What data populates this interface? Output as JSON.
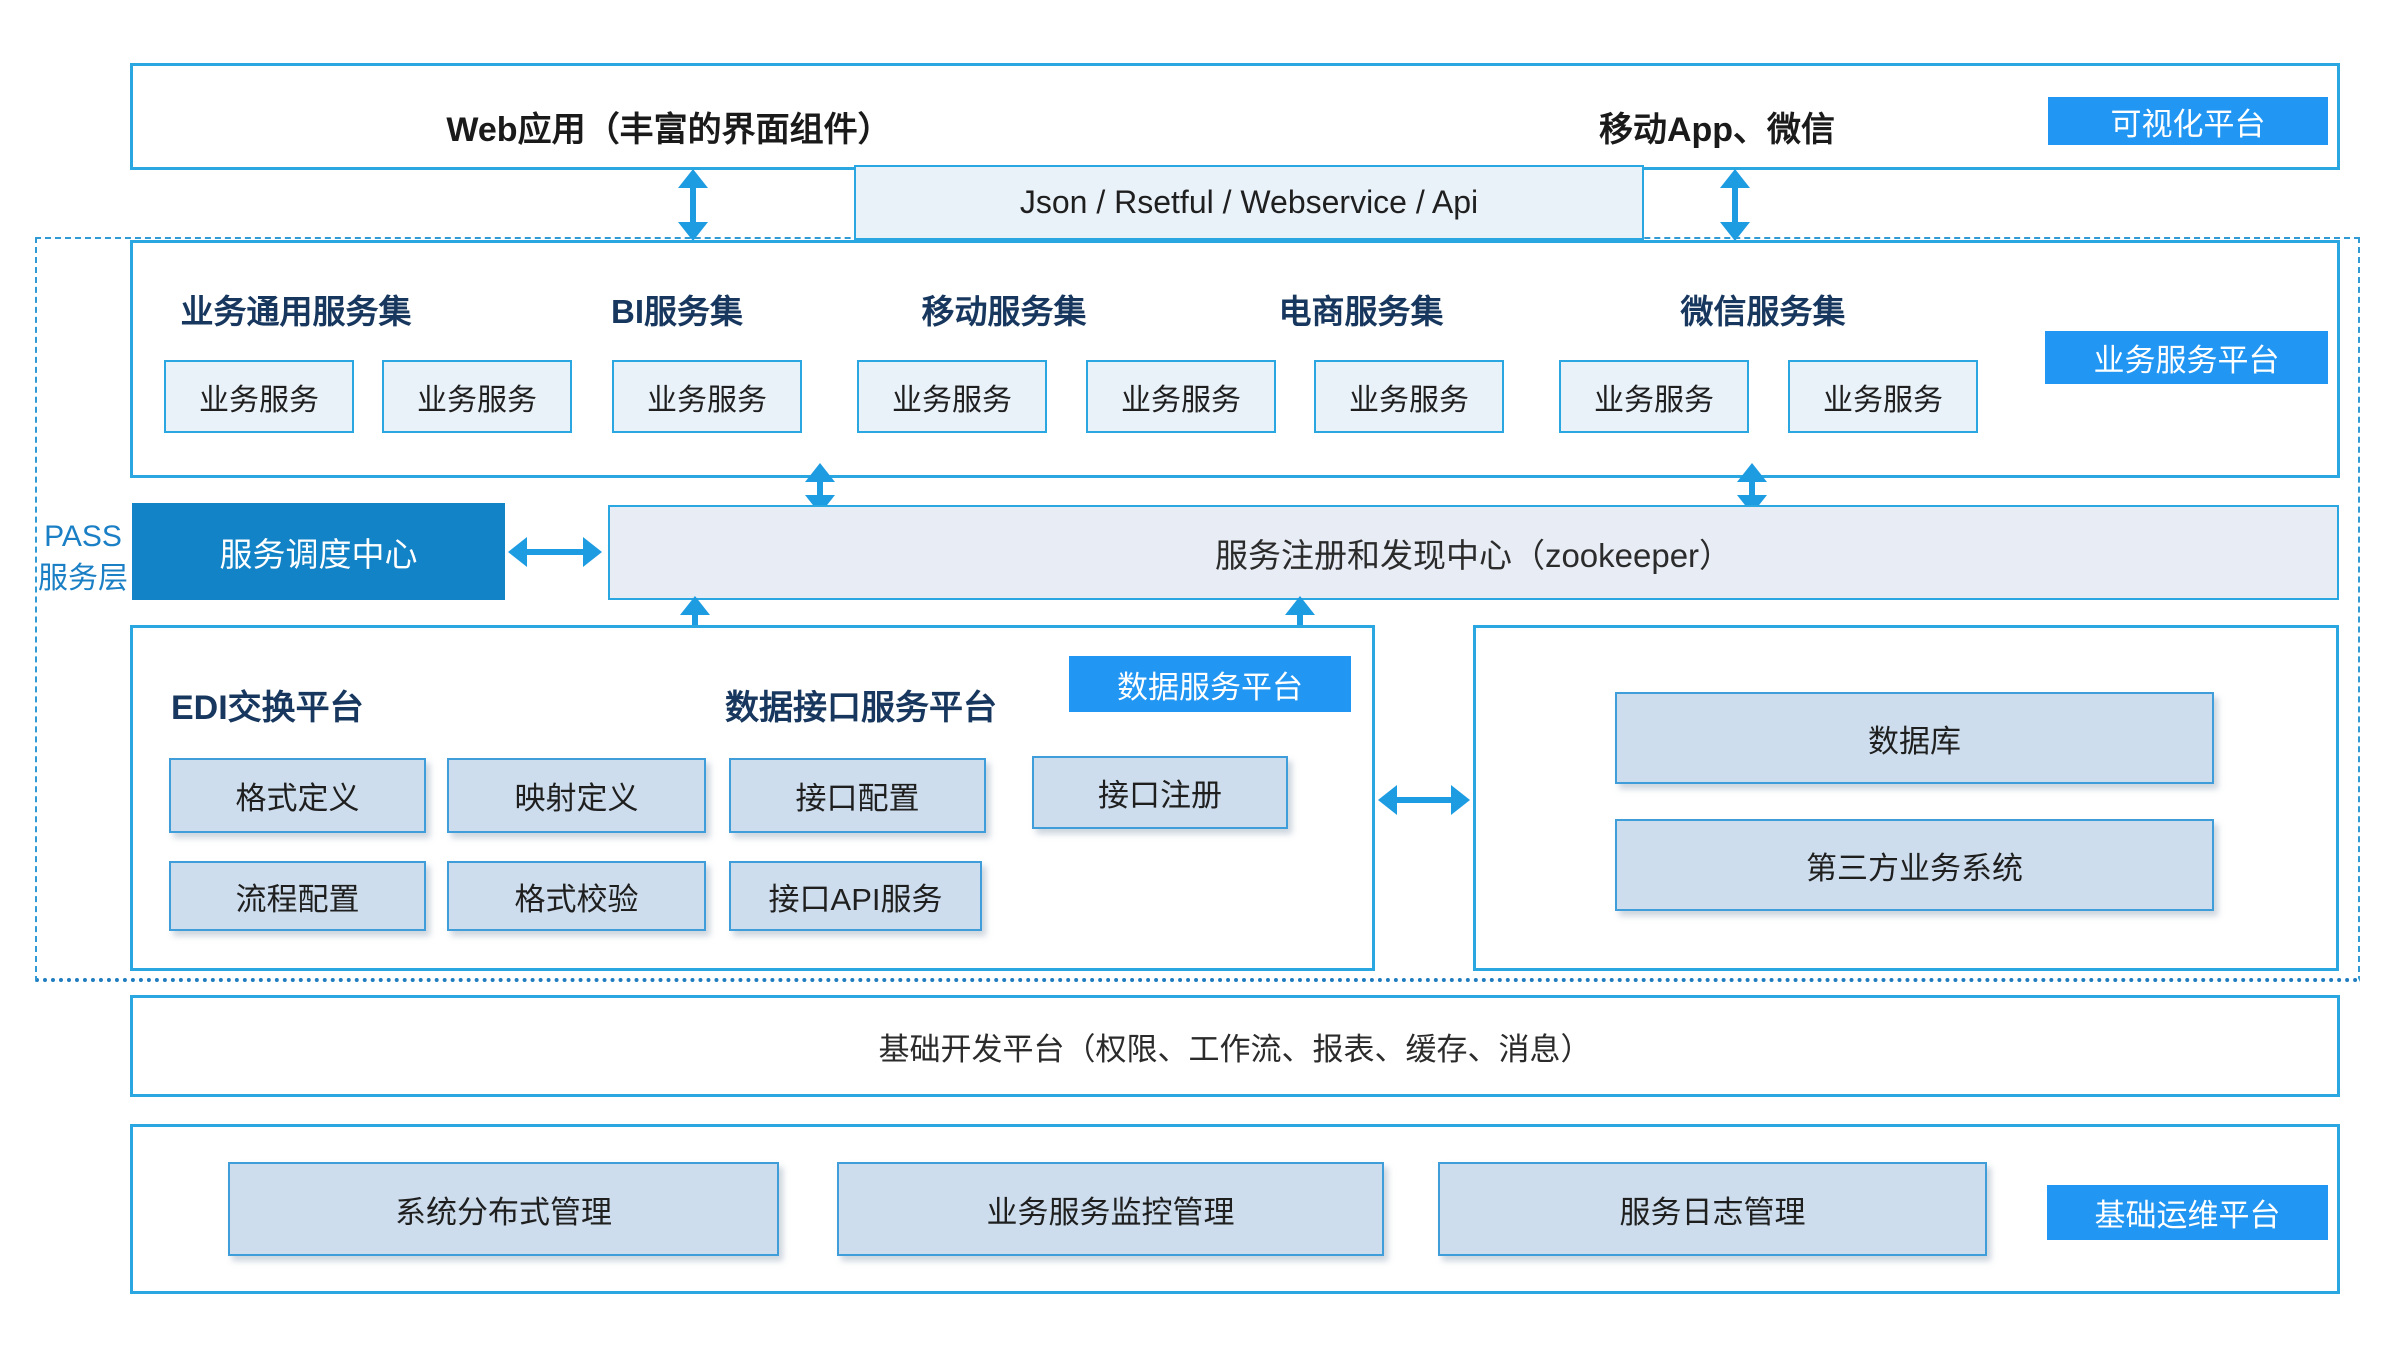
{
  "top_band": {
    "web_label": "Web应用（丰富的界面组件）",
    "mobile_label": "移动App、微信",
    "badge": "可视化平台"
  },
  "api_bar": {
    "label": "Json / Rsetful / Webservice / Api"
  },
  "pass_layer": {
    "line1": "PASS",
    "line2": "服务层"
  },
  "service_platform": {
    "badge": "业务服务平台",
    "headers": [
      "业务通用服务集",
      "BI服务集",
      "移动服务集",
      "电商服务集",
      "微信服务集"
    ],
    "services": [
      "业务服务",
      "业务服务",
      "业务服务",
      "业务服务",
      "业务服务",
      "业务服务",
      "业务服务",
      "业务服务"
    ]
  },
  "middleware": {
    "dispatch": "服务调度中心",
    "registry": "服务注册和发现中心（zookeeper）"
  },
  "data_platform": {
    "edi_title": "EDI交换平台",
    "interface_title": "数据接口服务平台",
    "badge": "数据服务平台",
    "row1": [
      "格式定义",
      "映射定义",
      "接口配置",
      "接口注册"
    ],
    "row2": [
      "流程配置",
      "格式校验",
      "接口API服务"
    ]
  },
  "external_systems": {
    "items": [
      "数据库",
      "第三方业务系统"
    ]
  },
  "base_dev": {
    "label": "基础开发平台（权限、工作流、报表、缓存、消息）"
  },
  "ops_platform": {
    "badge": "基础运维平台",
    "items": [
      "系统分布式管理",
      "业务服务监控管理",
      "服务日志管理"
    ]
  },
  "colors": {
    "accent_blue": "#1e9ce2",
    "button_blue": "#2196f3",
    "dispatch_blue": "#1283c6",
    "border_blue": "#2aa7e0",
    "navy_text": "#17375e"
  }
}
